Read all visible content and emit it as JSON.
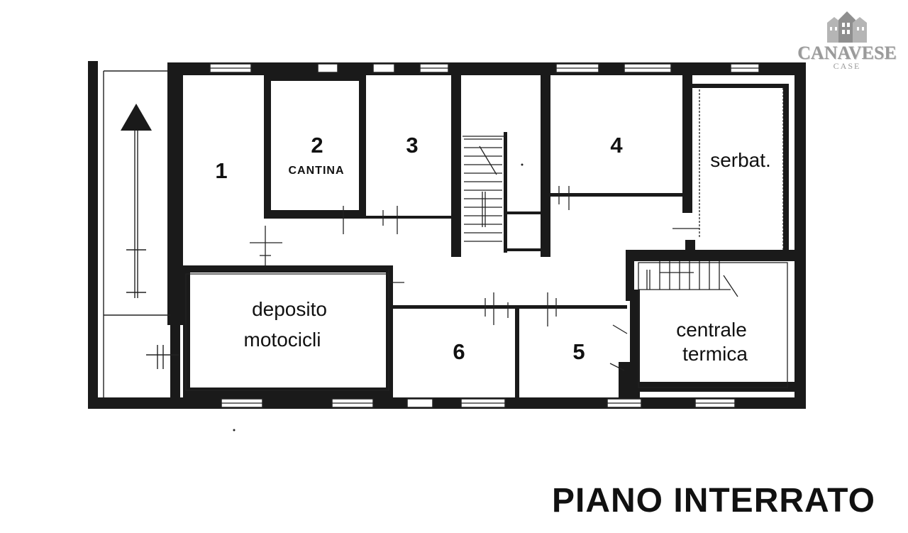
{
  "title": "PIANO INTERRATO",
  "logo": {
    "name": "CANAVESE",
    "tagline": "CASE"
  },
  "rooms": {
    "r1": {
      "number": "1"
    },
    "r2": {
      "number": "2",
      "name": "CANTINA"
    },
    "r3": {
      "number": "3"
    },
    "r4": {
      "number": "4"
    },
    "r5": {
      "number": "5"
    },
    "r6": {
      "number": "6"
    },
    "serbat": {
      "name": "serbat."
    },
    "deposito": {
      "line1": "deposito",
      "line2": "motocicli"
    },
    "centrale": {
      "line1": "centrale",
      "line2": "termica"
    }
  },
  "colors": {
    "wall": "#1a1a1a",
    "line": "#222222",
    "logo": "#9a9a9a"
  }
}
